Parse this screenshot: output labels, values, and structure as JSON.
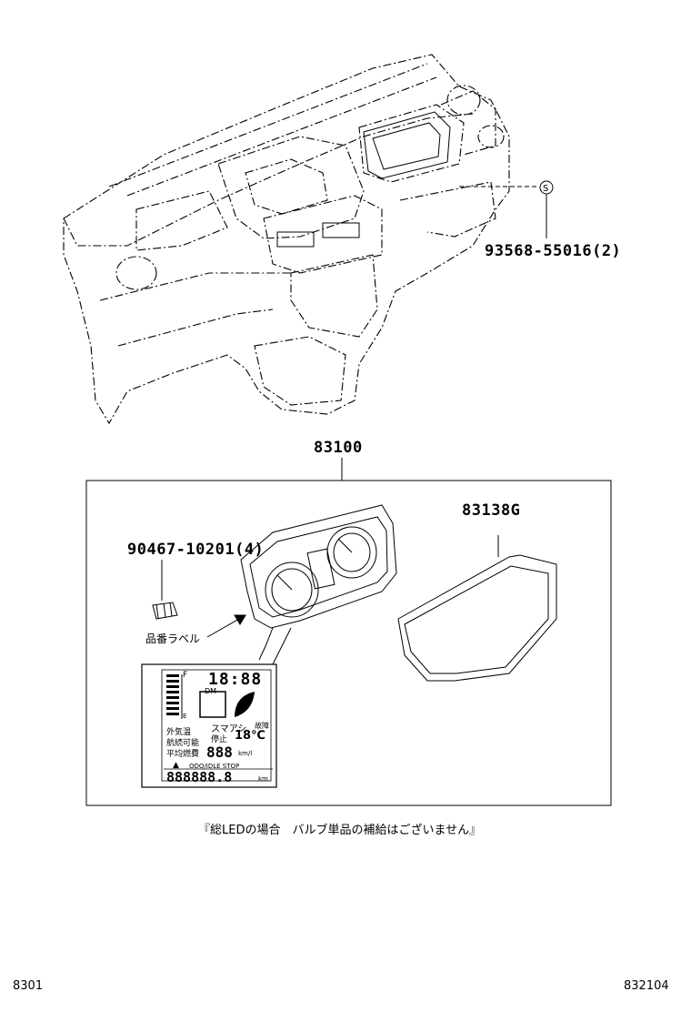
{
  "parts": {
    "screw_part_no": "93568-55016(2)",
    "meter_assy_no": "83100",
    "glass_no": "83138G",
    "clip_part_no": "90467-10201(4)",
    "label_text": "品番ラベル"
  },
  "lcd": {
    "fuel_f": "F",
    "fuel_e": "E",
    "digits_top": "18:88",
    "dm_label": "DM",
    "smart_label": "スマアシ",
    "fault_label": "故障",
    "stop_label": "停止",
    "temp_value": "18℃",
    "row_outside_temp": "外気温",
    "row_range": "航続可能",
    "row_avg_fuel": "平均燃費",
    "range_value": "888",
    "range_unit": "km/l",
    "odo_label": "ODO/IDLE STOP",
    "odo_digits": "888888.8",
    "odo_unit": "km"
  },
  "footer": {
    "note": "『総LEDの場合　バルブ単品の補給はございません』",
    "left_code": "8301",
    "right_code": "832104"
  }
}
